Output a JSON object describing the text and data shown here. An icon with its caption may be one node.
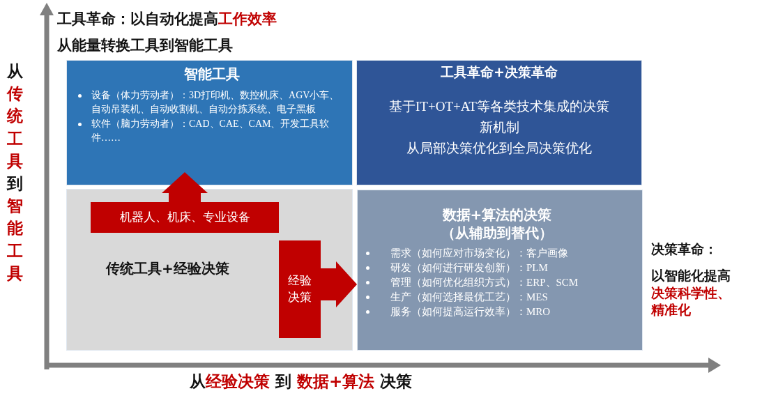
{
  "diagram": {
    "nodes": [
      {
        "text": [
          "智能工具",
          "设备（体力劳动者）：3D打印机、数控机床、AGV小车、自动吊装机、自动收割机、自动分拣系统、电子黑板",
          "软件（脑力劳动者）：CAD、CAE、CAM、开发工具软件……"
        ]
      },
      {
        "text": [
          "工具革命+决策革命",
          "基于IT+OT+AT等各类技术集成的决策新机制",
          "从局部决策优化到全局决策优化"
        ]
      },
      {
        "text": [
          "传统工具+经验决策"
        ]
      },
      {
        "text": [
          "数据+算法的决策（从辅助到替代）",
          "需求（如何应对市场变化）：客户画像",
          "研发（如何进行研发创新）：PLM",
          "管理（如何优化组织方式）：ERP、SCM",
          "生产（如何选择最优工艺）：MES",
          "服务（如何提高运行效率）：MRO"
        ]
      }
    ],
    "edges": [
      {
        "from": 2,
        "to": 0,
        "arrow": "to",
        "label": "机器人、机床、专业设备"
      },
      {
        "from": 2,
        "to": 3,
        "arrow": "to",
        "label": "经验决策"
      }
    ],
    "labels": [
      "工具革命：以自动化提高**工作效率**",
      "从能量转换工具到智能工具",
      "从**传统工具**到**智能工具**",
      "决策革命：",
      "以智能化提高**决策科学性、精准化**",
      "从**经验决策** 到 **数据+算法** 决策"
    ]
  }
}
